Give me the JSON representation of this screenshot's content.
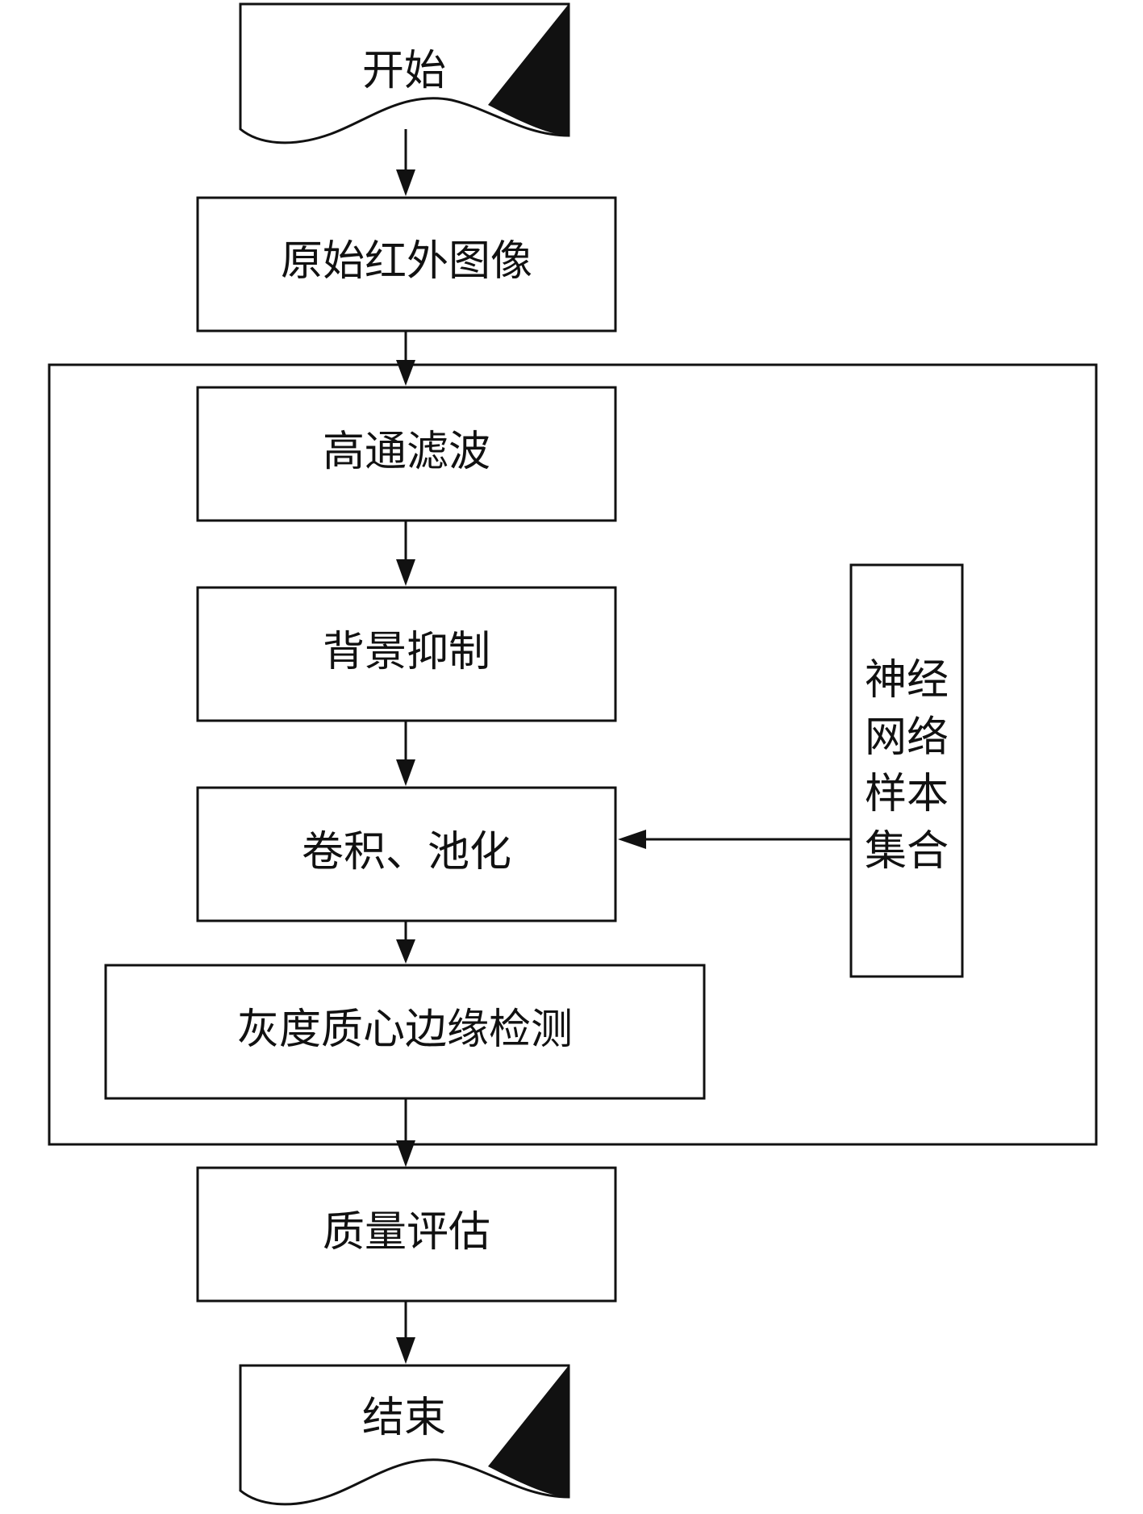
{
  "nodes": {
    "start": "开始",
    "raw_image": "原始红外图像",
    "highpass": "高通滤波",
    "background": "背景抑制",
    "conv_pool": "卷积、池化",
    "centroid_edge": "灰度质心边缘检测",
    "quality": "质量评估",
    "end": "结束"
  },
  "side_node": {
    "lines": [
      "神经",
      "网络",
      "样本",
      "集合"
    ]
  }
}
